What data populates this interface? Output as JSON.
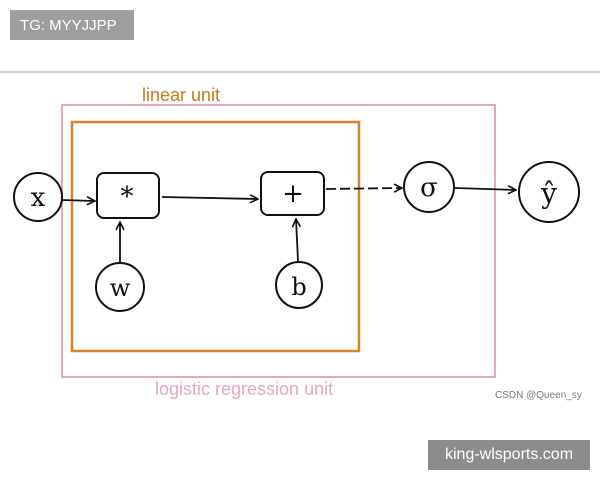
{
  "watermark": {
    "top_badge": "TG: MYYJJPP",
    "bottom_badge": "king-wlsports.com"
  },
  "diagram": {
    "outer_box_label": "logistic regression unit",
    "inner_box_label": "linear unit",
    "credit": "CSDN @Queen_sy",
    "nodes": {
      "input_x": "x",
      "weight_w": "w",
      "bias_b": "b",
      "multiply_op": "*",
      "add_op": "+",
      "sigmoid": "σ",
      "output_y": "ŷ"
    },
    "colors": {
      "outer_box": "#e8a6b6",
      "inner_box": "#d9822b",
      "linear_label": "#c8781f",
      "logistic_label": "#e3a9b9",
      "ink": "#111111"
    }
  }
}
